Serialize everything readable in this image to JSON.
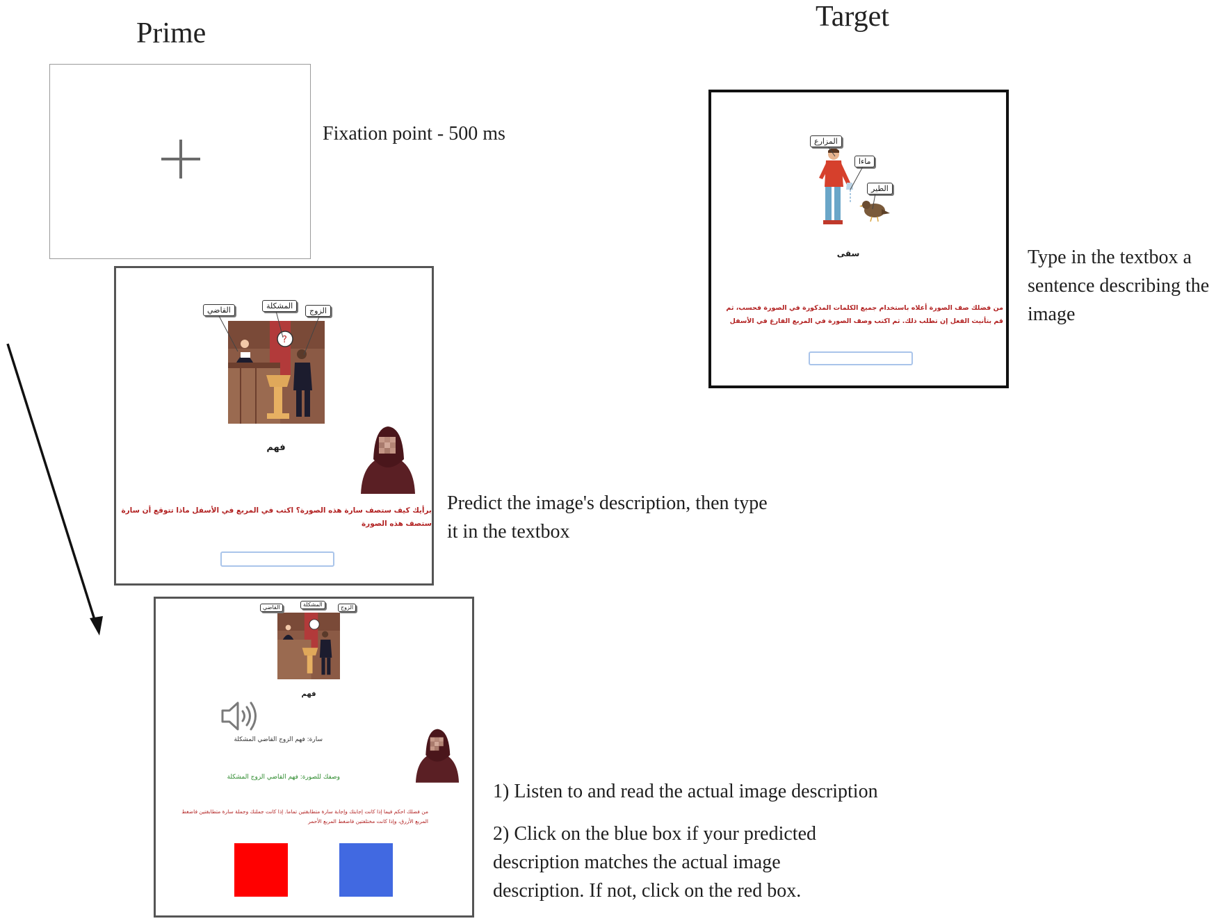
{
  "prime": {
    "heading": "Prime",
    "fixation": {
      "caption": "Fixation point - 500 ms"
    },
    "prediction": {
      "tags": {
        "judge": "القاضي",
        "problem": "المشكلة",
        "husband": "الزوج"
      },
      "verb": "فهم",
      "instruction": "برأيك كيف ستصف سارة هذه الصورة؟ اكتب في المربع في الأسفل ماذا تتوقع أن سارة ستصف هذه الصورة",
      "caption": "Predict the image's description, then type it in the textbox"
    },
    "feedback": {
      "tags": {
        "judge": "القاضي",
        "problem": "المشكلة",
        "husband": "الزوج"
      },
      "verb": "فهم",
      "speaker_line": "سارة: فهم الزوج القاضي المشكلة",
      "description_line": "وصفك للصورة: فهم القاضي الزوج المشكلة",
      "instruction": "من فضلك احكم فيما إذا كانت إجابتك وإجابة سارة متطابقتين تماما. إذا كانت جملتك وجملة سارة متطابقتين فاضغط المربع الأزرق، وإذا كانت مختلفتين فاضغط المربع الأحمر",
      "caption_1": "1) Listen to and read the actual image description",
      "caption_2": "2) Click on the blue box if your predicted description matches the actual image description. If not, click on the red box.",
      "red_color": "#ff0000",
      "blue_color": "#4169e1"
    }
  },
  "target": {
    "heading": "Target",
    "tags": {
      "farmer": "المزارع",
      "water": "ماءا",
      "bird": "الطير"
    },
    "verb": "سقى",
    "instruction": "من فضلك صف الصورة أعلاه باستخدام جميع الكلمات المذكورة في الصورة فحسب، ثم قم بتأنيث الفعل إن تطلب ذلك. ثم اكتب وصف الصورة في المربع الفارغ في الأسفل",
    "caption": "Type in the textbox a sentence describing the image"
  }
}
